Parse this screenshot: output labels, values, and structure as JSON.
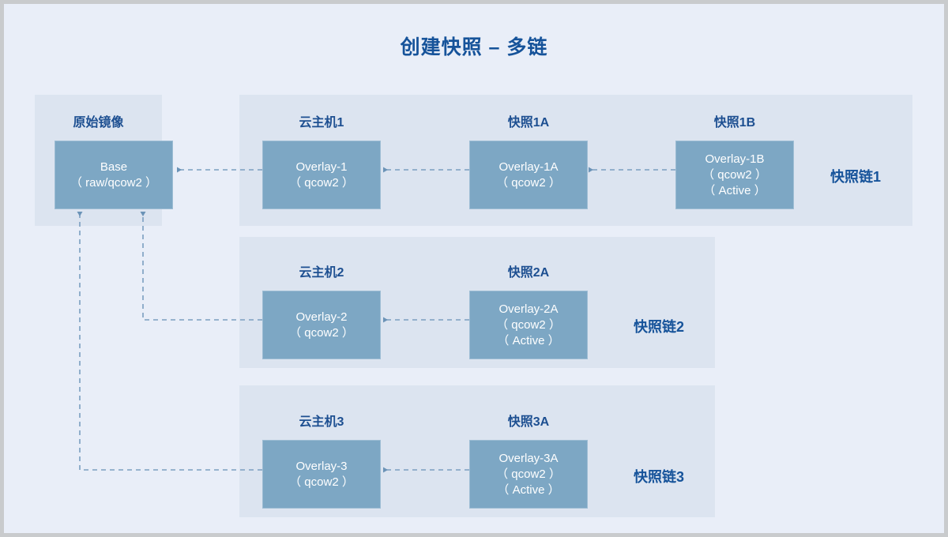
{
  "page": {
    "title": "创建快照 – 多链",
    "colors": {
      "outer_border": "#c9cbcd",
      "background": "#e9eef8",
      "panel": "#dce4f0",
      "box_fill": "#7da7c4",
      "box_border": "#9dbdd4",
      "label_text": "#1d4f91",
      "title_text": "#16539a",
      "wire": "#7b9fc0"
    }
  },
  "base_panel": {
    "label": "原始镜像",
    "box": {
      "line1": "Base",
      "line2": "（ raw/qcow2 ）"
    }
  },
  "chains": [
    {
      "chain_label": "快照链1",
      "nodes": [
        {
          "label": "云主机1",
          "line1": "Overlay-1",
          "line2": "（ qcow2 ）",
          "line3": ""
        },
        {
          "label": "快照1A",
          "line1": "Overlay-1A",
          "line2": "（ qcow2 ）",
          "line3": ""
        },
        {
          "label": "快照1B",
          "line1": "Overlay-1B",
          "line2": "（ qcow2 ）",
          "line3": "（ Active ）"
        }
      ]
    },
    {
      "chain_label": "快照链2",
      "nodes": [
        {
          "label": "云主机2",
          "line1": "Overlay-2",
          "line2": "（ qcow2 ）",
          "line3": ""
        },
        {
          "label": "快照2A",
          "line1": "Overlay-2A",
          "line2": "（ qcow2 ）",
          "line3": "（ Active ）"
        }
      ]
    },
    {
      "chain_label": "快照链3",
      "nodes": [
        {
          "label": "云主机3",
          "line1": "Overlay-3",
          "line2": "（ qcow2 ）",
          "line3": ""
        },
        {
          "label": "快照3A",
          "line1": "Overlay-3A",
          "line2": "（ qcow2 ）",
          "line3": "（ Active ）"
        }
      ]
    }
  ]
}
